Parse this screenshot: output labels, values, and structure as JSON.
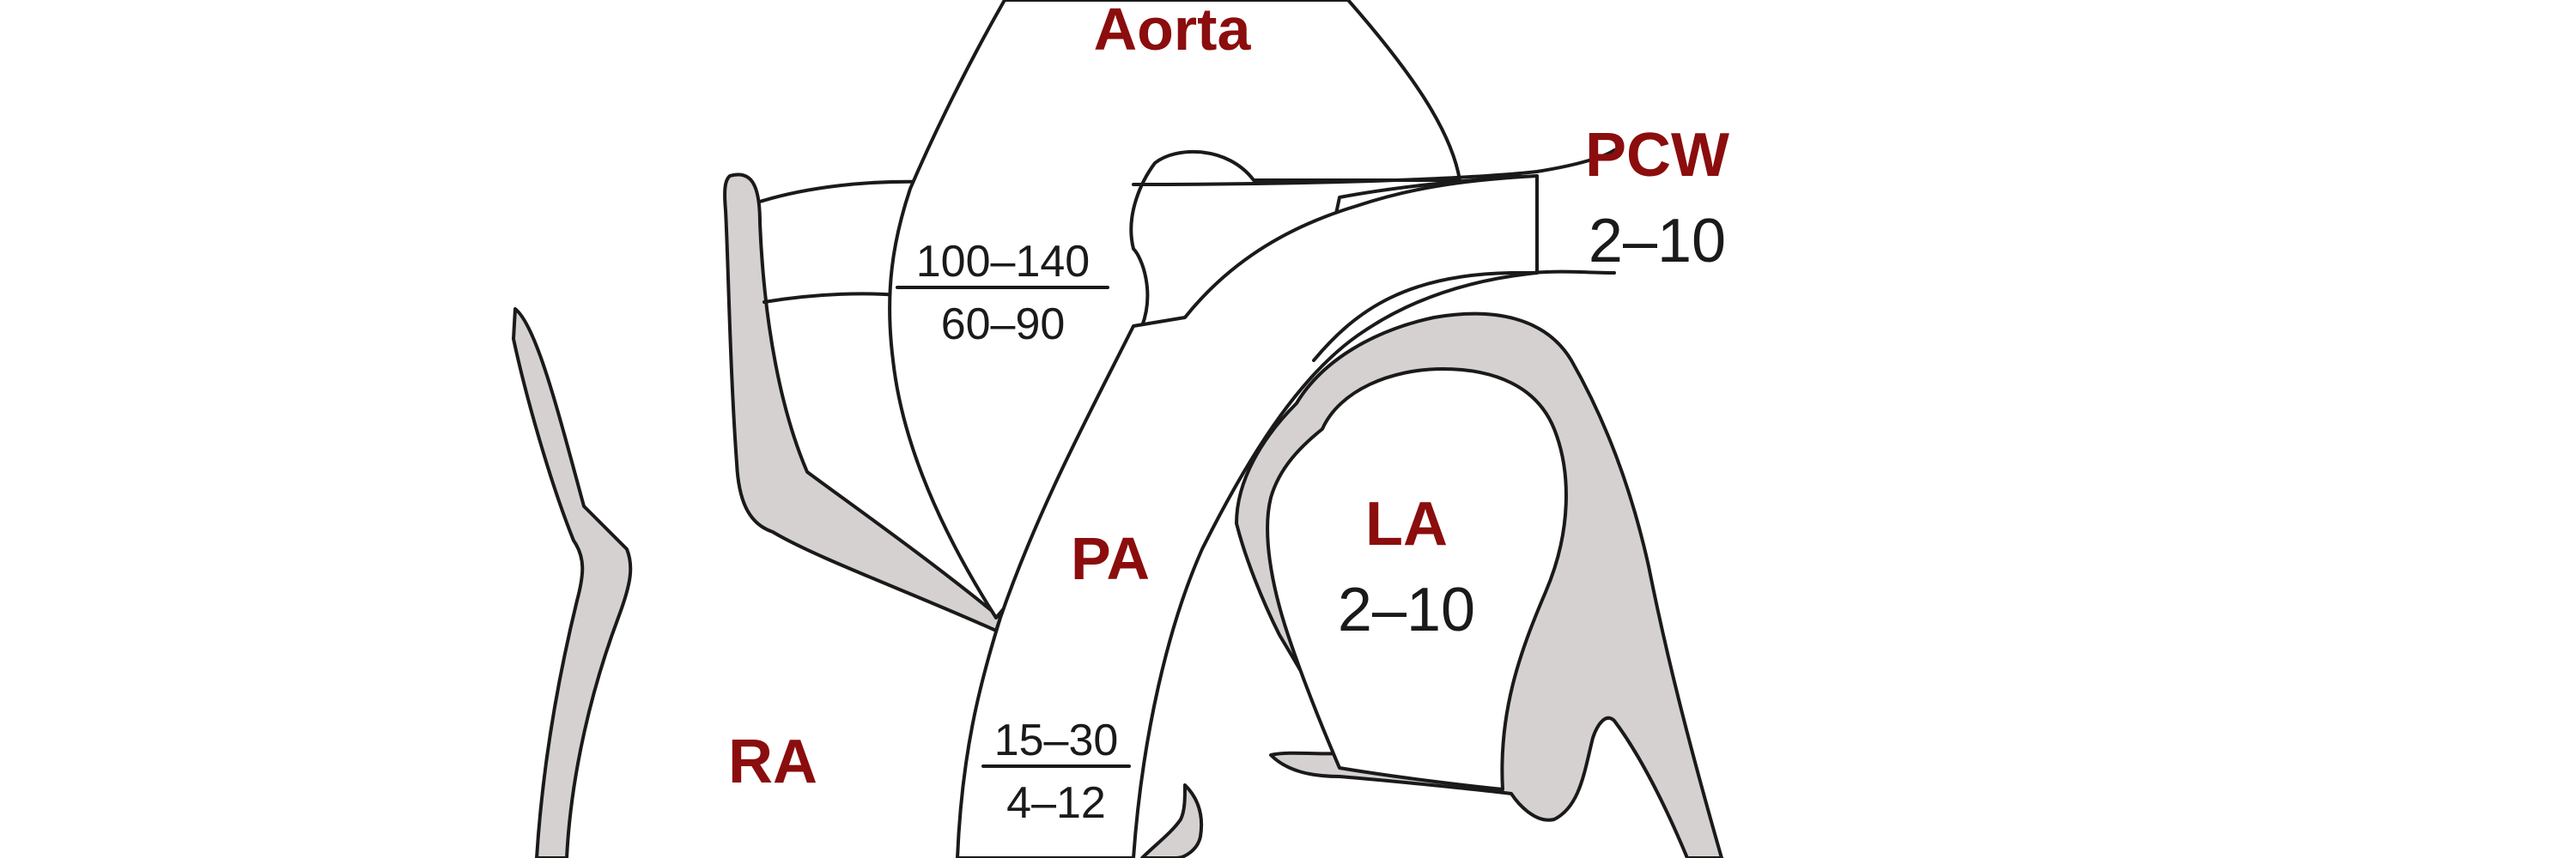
{
  "labels": {
    "aorta": "Aorta",
    "aorta_systolic": "100–140",
    "aorta_diastolic": "60–90",
    "pcw": "PCW",
    "pcw_value": "2–10",
    "pa": "PA",
    "pa_systolic": "15–30",
    "pa_diastolic": "4–12",
    "la": "LA",
    "la_value": "2–10",
    "ra": "RA"
  },
  "colors": {
    "label_red": "#8b0d0d",
    "wall_fill": "#d6d1d1",
    "outline": "#1a1a1a"
  }
}
